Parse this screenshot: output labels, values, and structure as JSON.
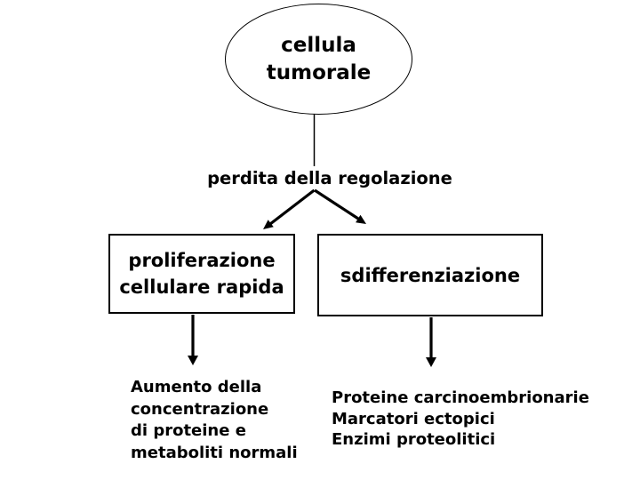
{
  "slide": {
    "background_color": "#ffffff",
    "stroke_color": "#000000",
    "text_color": "#000000"
  },
  "diagram": {
    "root_node": {
      "shape": "ellipse",
      "lines": [
        "cellula",
        "tumorale"
      ]
    },
    "fork_label": {
      "text": "perdita della regolazione"
    },
    "branch_left": {
      "shape": "rectangle",
      "lines": [
        "proliferazione",
        "cellulare rapida"
      ]
    },
    "branch_right": {
      "shape": "rectangle",
      "lines": [
        "sdifferenziazione"
      ]
    },
    "outcome_left": {
      "lines": [
        "Aumento della",
        "concentrazione",
        "di proteine e",
        "metaboliti normali"
      ]
    },
    "outcome_right": {
      "lines": [
        "Proteine carcinoembrionarie",
        "Marcatori ectopici",
        "Enzimi proteolitici"
      ]
    },
    "arrows": [
      {
        "name": "ellipse-to-fork-label",
        "style": "thin-line"
      },
      {
        "name": "fork-to-branch-left",
        "style": "bold-arrow-down-left"
      },
      {
        "name": "fork-to-branch-right",
        "style": "bold-arrow-down-right"
      },
      {
        "name": "branch-left-to-outcome",
        "style": "bold-arrow-down"
      },
      {
        "name": "branch-right-to-outcome",
        "style": "bold-arrow-down"
      }
    ]
  }
}
